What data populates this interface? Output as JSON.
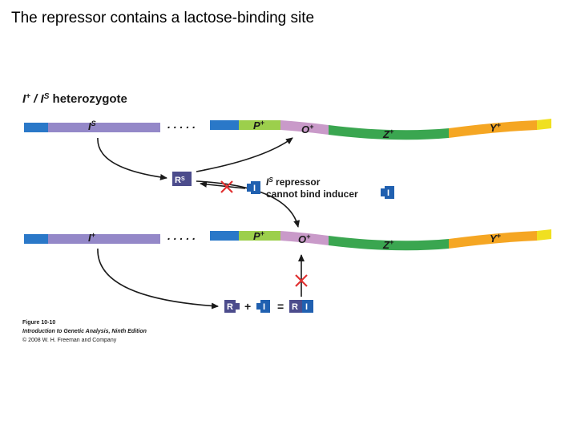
{
  "slide": {
    "title": "The repressor contains a lactose-binding site"
  },
  "diagram": {
    "heading": {
      "main": "I",
      "sup1": "+",
      "slash": " / ",
      "main2": "I",
      "sup2": "S",
      "rest": " heterozygote"
    },
    "strand_top": {
      "gene_label": {
        "main": "I",
        "sup": "S"
      },
      "dots": ". . . . .",
      "promoter": {
        "main": "P",
        "sup": "+"
      },
      "operator": {
        "main": "O",
        "sup": "+"
      },
      "z_gene": {
        "main": "Z",
        "sup": "+"
      },
      "y_gene": {
        "main": "Y",
        "sup": "+"
      }
    },
    "strand_bottom": {
      "gene_label": {
        "main": "I",
        "sup": "+"
      },
      "dots": ". . . . .",
      "promoter": {
        "main": "P",
        "sup": "+"
      },
      "operator": {
        "main": "O",
        "sup": "+"
      },
      "z_gene": {
        "main": "Z",
        "sup": "+"
      },
      "y_gene": {
        "main": "Y",
        "sup": "+"
      }
    },
    "rs_box": {
      "main": "R",
      "sup": "S"
    },
    "inducer_symbol": "I",
    "note": {
      "line1_main": "I",
      "line1_sup": "S",
      "line1_rest": " repressor",
      "line2": "cannot bind inducer"
    },
    "reaction": {
      "r": "R",
      "plus": "+",
      "i": "I",
      "eq": "=",
      "complex_r": "R",
      "complex_i": "I"
    },
    "colors": {
      "blue": "#2a78c8",
      "purple": "#9488c8",
      "light_green": "#9ccf4c",
      "pink": "#c99ac9",
      "green": "#3aa650",
      "orange": "#f5a623",
      "yellow": "#f0e020",
      "box_purple": "#4c4c8c",
      "inducer_blue": "#2060b0",
      "red_x": "#e03030"
    }
  },
  "caption": {
    "line1": "Figure 10-10",
    "line2": "Introduction to Genetic Analysis, Ninth Edition",
    "line3": "© 2008 W. H. Freeman and Company"
  }
}
